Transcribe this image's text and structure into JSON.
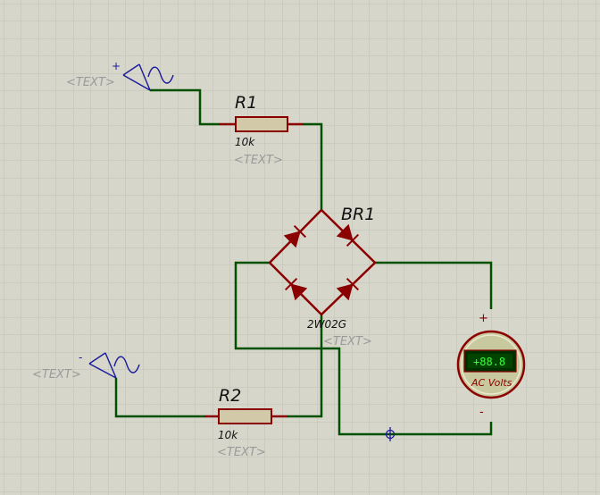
{
  "colors": {
    "background": "#d6d6cb",
    "grid": "#c0c0b4",
    "wire": "#005000",
    "component": "#8b0000",
    "resistor_fill": "#d2c9a8",
    "source": "#1a1a9a",
    "placeholder_text": "#9a9a9a",
    "meter_body": "#c9c9a0",
    "meter_display": "#004400",
    "meter_digits": "#3cff3c",
    "junction": "#1a1a9a"
  },
  "source_top": {
    "label": "<TEXT>",
    "polarity": "+",
    "icon": "ac-source-icon"
  },
  "source_bottom": {
    "label": "<TEXT>",
    "polarity": "-",
    "icon": "ac-source-icon"
  },
  "r1": {
    "ref": "R1",
    "value": "10k",
    "text": "<TEXT>"
  },
  "r2": {
    "ref": "R2",
    "value": "10k",
    "text": "<TEXT>"
  },
  "bridge": {
    "ref": "BR1",
    "part": "2W02G",
    "text": "<TEXT>"
  },
  "meter": {
    "reading": "+88.8",
    "unit": "AC Volts",
    "plus": "+",
    "minus": "-"
  }
}
